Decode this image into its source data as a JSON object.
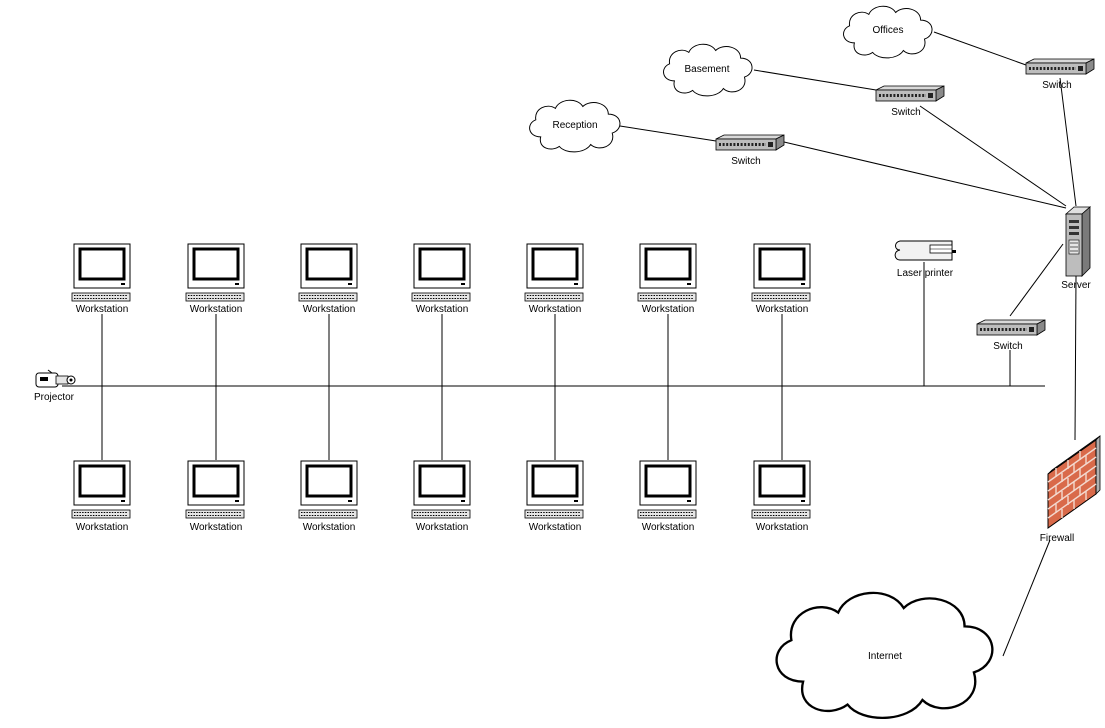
{
  "labels": {
    "workstation": "Workstation",
    "projector": "Projector",
    "laser_printer": "Laser printer",
    "server": "Server",
    "switch": "Switch",
    "firewall": "Firewall",
    "internet": "Internet",
    "offices": "Offices",
    "basement": "Basement",
    "reception": "Reception"
  },
  "nodes": {
    "workstations_top": [
      "Workstation",
      "Workstation",
      "Workstation",
      "Workstation",
      "Workstation",
      "Workstation",
      "Workstation"
    ],
    "workstations_bottom": [
      "Workstation",
      "Workstation",
      "Workstation",
      "Workstation",
      "Workstation",
      "Workstation",
      "Workstation"
    ],
    "switches": [
      "Switch",
      "Switch",
      "Switch",
      "Switch"
    ],
    "clouds": [
      "Offices",
      "Basement",
      "Reception",
      "Internet"
    ]
  },
  "colors": {
    "line": "#000000",
    "device_gray": "#c0c0c0",
    "brick": "#d96a4a",
    "mortar": "#f3d9cf"
  },
  "icons": {
    "workstation": "workstation-icon",
    "switch": "switch-icon",
    "server": "server-icon",
    "printer": "printer-icon",
    "projector": "projector-icon",
    "firewall": "firewall-icon",
    "cloud": "cloud-icon"
  }
}
